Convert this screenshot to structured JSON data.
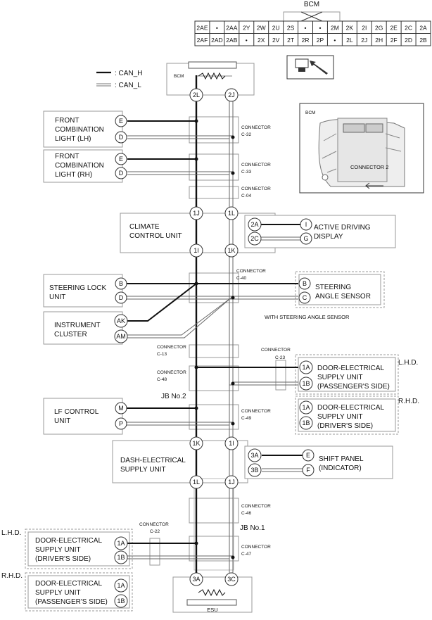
{
  "legend": {
    "can_h": ": CAN_H",
    "can_l": ": CAN_L"
  },
  "bcm_connector": {
    "title": "BCM",
    "row1": [
      "2AE",
      "•",
      "2AA",
      "2Y",
      "2W",
      "2U",
      "2S",
      "•",
      "•",
      "2M",
      "2K",
      "2I",
      "2G",
      "2E",
      "2C",
      "2A"
    ],
    "row2": [
      "2AF",
      "2AD",
      "2AB",
      "•",
      "2X",
      "2V",
      "2T",
      "2R",
      "2P",
      "•",
      "2L",
      "2J",
      "2H",
      "2F",
      "2D",
      "2B"
    ]
  },
  "bcm": {
    "label": "BCM",
    "pin_h": "2L",
    "pin_l": "2J"
  },
  "photo": {
    "title": "BCM",
    "caption": "CONNECTOR 2"
  },
  "connector_word": "CONNECTOR",
  "connectors": {
    "c32": "C-32",
    "c33": "C-33",
    "c04": "C-04",
    "c40": "C-40",
    "c13": "C-13",
    "c48": "C-48",
    "c23": "C-23",
    "c49": "C-49",
    "c46": "C-46",
    "c22": "C-22",
    "c47": "C-47"
  },
  "front_lh": {
    "lines": [
      "FRONT",
      "COMBINATION",
      "LIGHT (LH)"
    ],
    "pin_e": "E",
    "pin_d": "D"
  },
  "front_rh": {
    "lines": [
      "FRONT",
      "COMBINATION",
      "LIGHT (RH)"
    ],
    "pin_e": "E",
    "pin_d": "D"
  },
  "climate": {
    "lines": [
      "CLIMATE",
      "CONTROL UNIT"
    ],
    "pin_1j": "1J",
    "pin_1l": "1L",
    "pin_1i": "1I",
    "pin_1k": "1K",
    "pin_2a": "2A",
    "pin_2c": "2C"
  },
  "active_display": {
    "lines": [
      "ACTIVE DRIVING",
      "DISPLAY"
    ],
    "pin_i": "I",
    "pin_g": "G"
  },
  "steering_lock": {
    "lines": [
      "STEERING LOCK",
      "UNIT"
    ],
    "pin_b": "B",
    "pin_d": "D"
  },
  "steering_angle": {
    "lines": [
      "STEERING",
      "ANGLE SENSOR"
    ],
    "pin_b": "B",
    "pin_c": "C",
    "note": "WITH STEERING ANGLE SENSOR"
  },
  "instrument": {
    "lines": [
      "INSTRUMENT",
      "CLUSTER"
    ],
    "pin_ak": "AK",
    "pin_am": "AM"
  },
  "door_pass_lhd": {
    "tag": "L.H.D.",
    "lines": [
      "DOOR-ELECTRICAL",
      "SUPPLY UNIT",
      "(PASSENGER'S SIDE)"
    ],
    "pin_1a": "1A",
    "pin_1b": "1B"
  },
  "door_drv_rhd": {
    "tag": "R.H.D.",
    "lines": [
      "DOOR-ELECTRICAL",
      "SUPPLY UNIT",
      "(DRIVER'S SIDE)"
    ],
    "pin_1a": "1A",
    "pin_1b": "1B"
  },
  "jb2": "JB No.2",
  "lf_control": {
    "lines": [
      "LF CONTROL",
      "UNIT"
    ],
    "pin_m": "M",
    "pin_p": "P"
  },
  "dash_supply": {
    "lines": [
      "DASH-ELECTRICAL",
      "SUPPLY UNIT"
    ],
    "pin_1k": "1K",
    "pin_1i": "1I",
    "pin_1l": "1L",
    "pin_1j": "1J",
    "pin_3a": "3A",
    "pin_3b": "3B"
  },
  "shift_panel": {
    "lines": [
      "SHIFT PANEL",
      "(INDICATOR)"
    ],
    "pin_e": "E",
    "pin_f": "F"
  },
  "jb1": "JB No.1",
  "door_drv_lhd": {
    "tag": "L.H.D.",
    "lines": [
      "DOOR-ELECTRICAL",
      "SUPPLY UNIT",
      "(DRIVER'S SIDE)"
    ],
    "pin_1a": "1A",
    "pin_1b": "1B"
  },
  "door_pass_rhd": {
    "tag": "R.H.D.",
    "lines": [
      "DOOR-ELECTRICAL",
      "SUPPLY UNIT",
      "(PASSENGER'S SIDE)"
    ],
    "pin_1a": "1A",
    "pin_1b": "1B"
  },
  "esu": {
    "label": "ESU",
    "pin_3a": "3A",
    "pin_3c": "3C"
  }
}
